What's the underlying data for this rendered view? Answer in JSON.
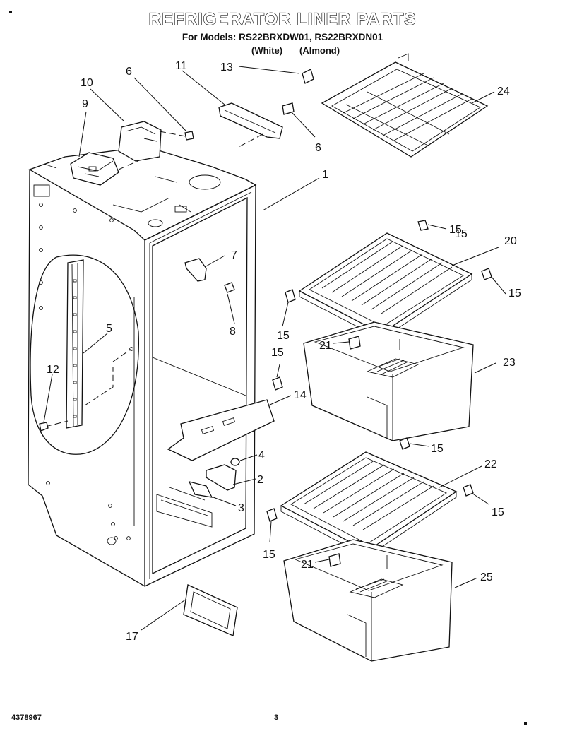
{
  "header": {
    "title": "REFRIGERATOR LINER PARTS",
    "models": "For Models: RS22BRXDW01, RS22BRXDN01",
    "variant_white": "(White)",
    "variant_almond": "(Almond)"
  },
  "callouts": [
    "1",
    "2",
    "3",
    "4",
    "5",
    "6",
    "6",
    "7",
    "8",
    "9",
    "10",
    "11",
    "12",
    "13",
    "14",
    "15",
    "15",
    "15",
    "15",
    "15",
    "15",
    "15",
    "15",
    "17",
    "20",
    "21",
    "21",
    "22",
    "23",
    "24",
    "25"
  ],
  "footer": {
    "doc_number": "4378967",
    "page_number": "3"
  },
  "colors": {
    "ink": "#111111",
    "paper": "#ffffff"
  }
}
